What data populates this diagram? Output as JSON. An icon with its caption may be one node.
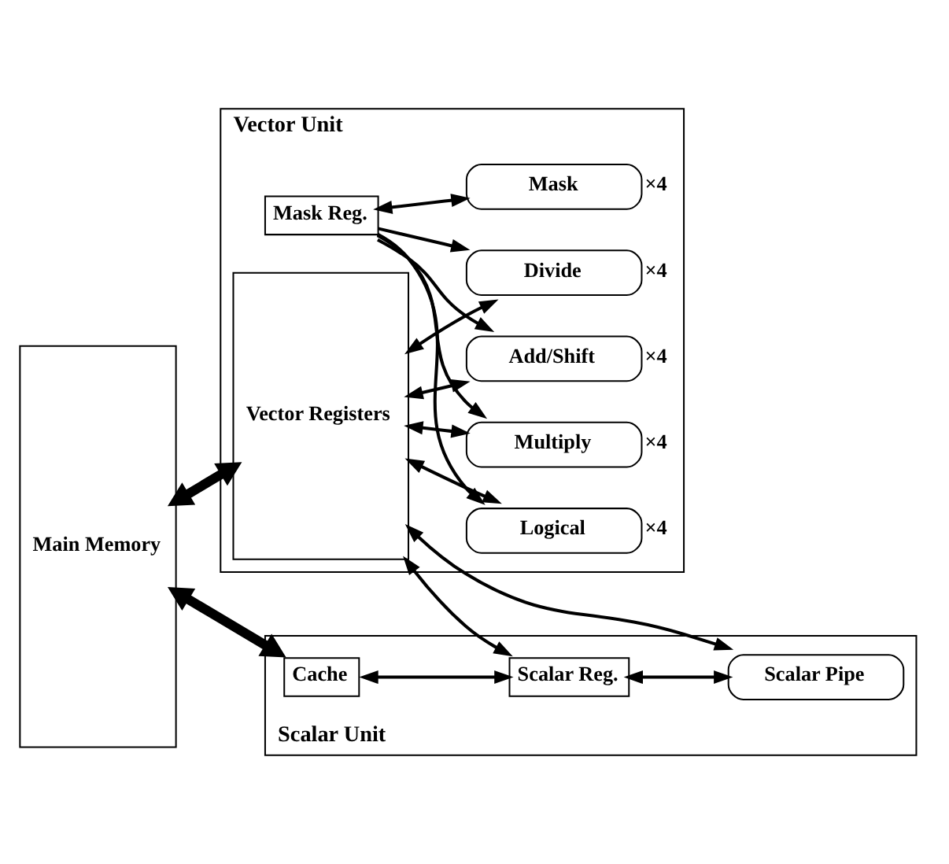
{
  "diagram": {
    "nodes": [
      {
        "text": [
          "Main Memory"
        ]
      },
      {
        "text": [
          "Vector Unit"
        ]
      },
      {
        "text": [
          "Mask Reg."
        ],
        "in": 1
      },
      {
        "text": [
          "Vector Registers"
        ],
        "in": 1
      },
      {
        "text": [
          "Mask"
        ],
        "in": 1,
        "beside": [
          "×4"
        ]
      },
      {
        "text": [
          "Logical"
        ],
        "in": 1,
        "beside": [
          "×4"
        ]
      },
      {
        "text": [
          "Multiply"
        ],
        "in": 1,
        "beside": [
          "×4"
        ]
      },
      {
        "text": [
          "Add/Shift"
        ],
        "in": 1,
        "beside": [
          "×4"
        ]
      },
      {
        "text": [
          "Divide"
        ],
        "in": 1,
        "beside": [
          "×4"
        ]
      },
      {
        "text": [
          "Scalar Unit"
        ]
      },
      {
        "text": [
          "Cache"
        ],
        "in": 9
      },
      {
        "text": [
          "Scalar Reg."
        ],
        "in": 9
      },
      {
        "text": [
          "Scalar Pipe"
        ],
        "in": 9
      }
    ],
    "edges": [
      {
        "from": 0,
        "to": 3,
        "arrow": "both",
        "style": "thick"
      },
      {
        "from": 2,
        "to": 4,
        "arrow": "both"
      },
      {
        "from": 2,
        "to": 5,
        "arrow": "to"
      },
      {
        "from": 2,
        "to": 6,
        "arrow": "to"
      },
      {
        "from": 2,
        "to": 7,
        "arrow": "to"
      },
      {
        "from": 2,
        "to": 8,
        "arrow": "to"
      },
      {
        "from": 3,
        "to": 5,
        "arrow": "both"
      },
      {
        "from": 3,
        "to": 6,
        "arrow": "both"
      },
      {
        "from": 3,
        "to": 7,
        "arrow": "both"
      },
      {
        "from": 3,
        "to": 8,
        "arrow": "both"
      },
      {
        "from": 3,
        "to": 11,
        "arrow": "both"
      },
      {
        "from": 3,
        "to": 12,
        "arrow": "both"
      },
      {
        "from": 0,
        "to": 10,
        "arrow": "both",
        "style": "thick"
      },
      {
        "from": 10,
        "to": 11,
        "arrow": "both"
      },
      {
        "from": 11,
        "to": 12,
        "arrow": "both"
      }
    ]
  }
}
